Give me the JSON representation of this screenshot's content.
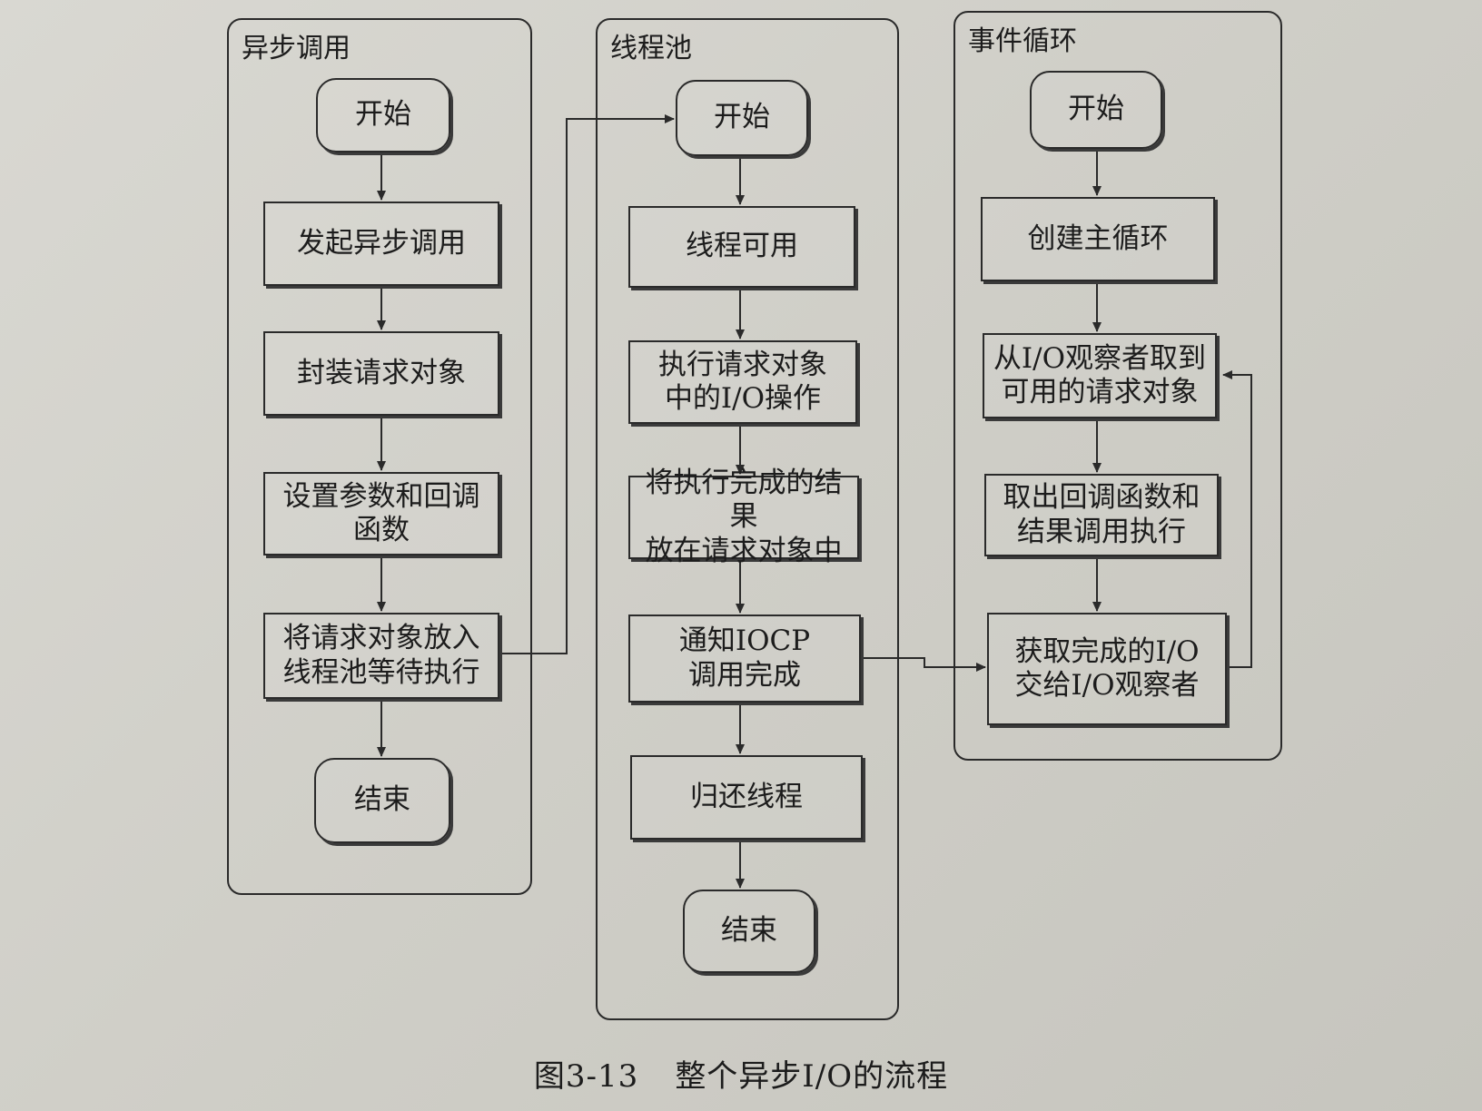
{
  "lanes": {
    "async": {
      "title": "异步调用",
      "nodes": {
        "start": "开始",
        "initiate": "发起异步调用",
        "wrap": "封装请求对象",
        "set_params": "设置参数和回调\n函数",
        "enqueue": "将请求对象放入\n线程池等待执行",
        "end": "结束"
      }
    },
    "pool": {
      "title": "线程池",
      "nodes": {
        "start": "开始",
        "available": "线程可用",
        "exec_io": "执行请求对象\n中的I/O操作",
        "store_result": "将执行完成的结果\n放在请求对象中",
        "notify": "通知IOCP\n调用完成",
        "return_thread": "归还线程",
        "end": "结束"
      }
    },
    "loop": {
      "title": "事件循环",
      "nodes": {
        "start": "开始",
        "create_loop": "创建主循环",
        "fetch_request": "从I/O观察者取到\n可用的请求对象",
        "run_callback": "取出回调函数和\n结果调用执行",
        "deliver_io": "获取完成的I/O\n交给I/O观察者"
      }
    }
  },
  "caption": {
    "figure_no": "图3-13",
    "title": "整个异步I/O的流程"
  },
  "colors": {
    "ink": "#2a2a2a",
    "paper": "#d3d2cb"
  }
}
